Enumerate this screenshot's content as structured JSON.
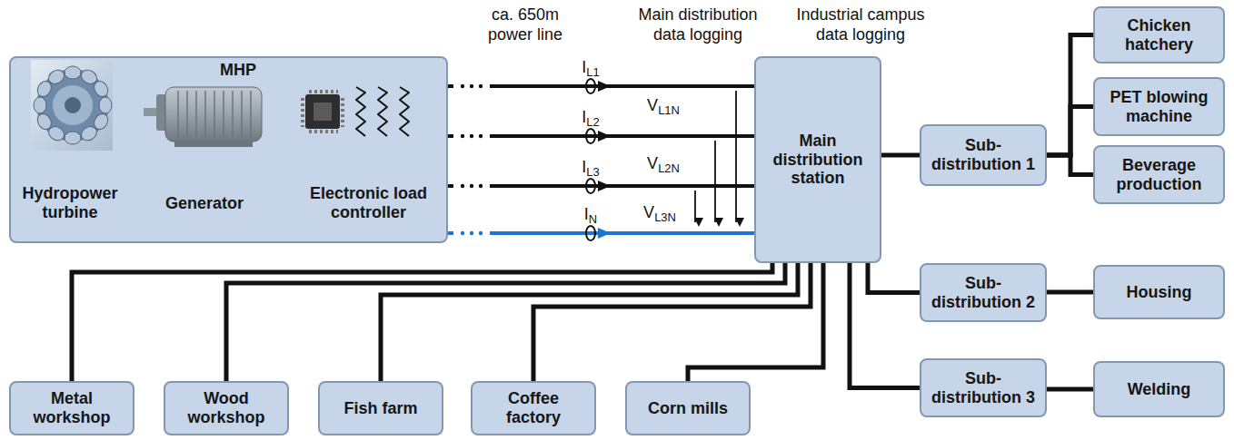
{
  "diagram": {
    "nodes": [
      {
        "text": [
          "MHP",
          "Hydropower turbine",
          "Generator",
          "Electronic load controller"
        ]
      },
      {
        "text": [
          "Main distribution station"
        ]
      },
      {
        "text": [
          "Sub- distribution 1"
        ]
      },
      {
        "text": [
          "Chicken hatchery"
        ]
      },
      {
        "text": [
          "PET blowing machine"
        ]
      },
      {
        "text": [
          "Beverage production"
        ]
      },
      {
        "text": [
          "Sub- distribution 2"
        ]
      },
      {
        "text": [
          "Housing"
        ]
      },
      {
        "text": [
          "Sub- distribution 3"
        ]
      },
      {
        "text": [
          "Welding"
        ]
      },
      {
        "text": [
          "Metal workshop"
        ]
      },
      {
        "text": [
          "Wood workshop"
        ]
      },
      {
        "text": [
          "Fish farm"
        ]
      },
      {
        "text": [
          "Coffee factory"
        ]
      },
      {
        "text": [
          "Corn mills"
        ]
      }
    ],
    "edges": [
      {
        "from": 0,
        "to": 1,
        "arrow": "to"
      },
      {
        "from": 0,
        "to": 1,
        "arrow": "to"
      },
      {
        "from": 0,
        "to": 1,
        "arrow": "to"
      },
      {
        "from": 0,
        "to": 1,
        "arrow": "to"
      },
      {
        "from": 1,
        "to": 2,
        "arrow": "none"
      },
      {
        "from": 2,
        "to": 3,
        "arrow": "none"
      },
      {
        "from": 2,
        "to": 4,
        "arrow": "none"
      },
      {
        "from": 2,
        "to": 5,
        "arrow": "none"
      },
      {
        "from": 1,
        "to": 6,
        "arrow": "none"
      },
      {
        "from": 6,
        "to": 7,
        "arrow": "none"
      },
      {
        "from": 1,
        "to": 8,
        "arrow": "none"
      },
      {
        "from": 8,
        "to": 9,
        "arrow": "none"
      },
      {
        "from": 1,
        "to": 10,
        "arrow": "none"
      },
      {
        "from": 1,
        "to": 11,
        "arrow": "none"
      },
      {
        "from": 1,
        "to": 12,
        "arrow": "none"
      },
      {
        "from": 1,
        "to": 13,
        "arrow": "none"
      },
      {
        "from": 1,
        "to": 14,
        "arrow": "none"
      }
    ],
    "labels": [
      "ca. 650m power line",
      "Main distribution data logging",
      "Industrial campus data logging",
      "IL1",
      "IL2",
      "IL3",
      "IN",
      "VL1N",
      "VL2N",
      "VL3N"
    ]
  }
}
